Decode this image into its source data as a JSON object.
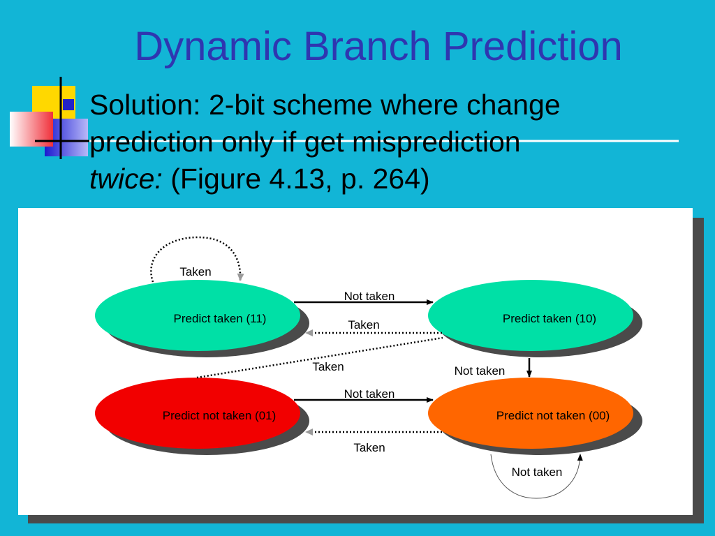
{
  "slide": {
    "title": "Dynamic Branch Prediction",
    "bullet": {
      "line1": "Solution: 2-bit scheme where change",
      "line2": "prediction only if get misprediction",
      "line3_italic": "twice:",
      "line3_rest": " (Figure 4.13, p. 264)"
    }
  },
  "diagram": {
    "states": {
      "s11": {
        "label": "Predict taken (11)",
        "color": "#00E0A6"
      },
      "s10": {
        "label": "Predict taken (10)",
        "color": "#00E0A6"
      },
      "s01": {
        "label": "Predict not taken (01)",
        "color": "#F20000"
      },
      "s00": {
        "label": "Predict not taken (00)",
        "color": "#FF6600"
      }
    },
    "transitions": {
      "self11": "Taken",
      "t11_10": "Not taken",
      "t10_11": "Taken",
      "t01_11": "Taken",
      "t10_00": "Not taken",
      "t01_00": "Not taken",
      "t00_01": "Taken",
      "self00": "Not taken"
    }
  },
  "colors": {
    "background": "#12B5D6",
    "title": "#2F36B0",
    "panel": "#FFFFFF",
    "panel_shadow": "#4A4A4A"
  }
}
